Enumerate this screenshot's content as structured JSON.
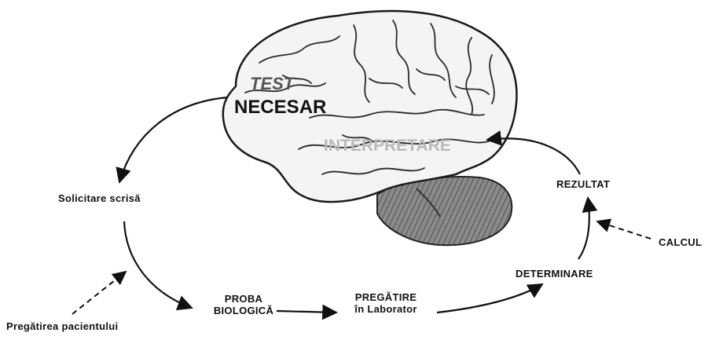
{
  "diagram": {
    "brain_labels": {
      "test": "TEST",
      "necesar": "NECESAR",
      "interpretare": "INTERPRETARE"
    },
    "cycle_steps": {
      "solicitare": "Solicitare scrisă",
      "proba_line1": "PROBA",
      "proba_line2": "BIOLOGICĂ",
      "pregatire_line1": "PREGĂTIRE",
      "pregatire_line2": "în Laborator",
      "determinare": "DETERMINARE",
      "rezultat": "REZULTAT"
    },
    "external_inputs": {
      "pregatirea_pacientului": "Pregătirea pacientului",
      "calcul": "CALCUL"
    },
    "colors": {
      "ink": "#111111",
      "brain_fill": "#f4f4f4",
      "cerebellum_fill": "#7a7a7a",
      "interpretare_text": "#b9b9b9",
      "test_text": "#555555"
    }
  }
}
